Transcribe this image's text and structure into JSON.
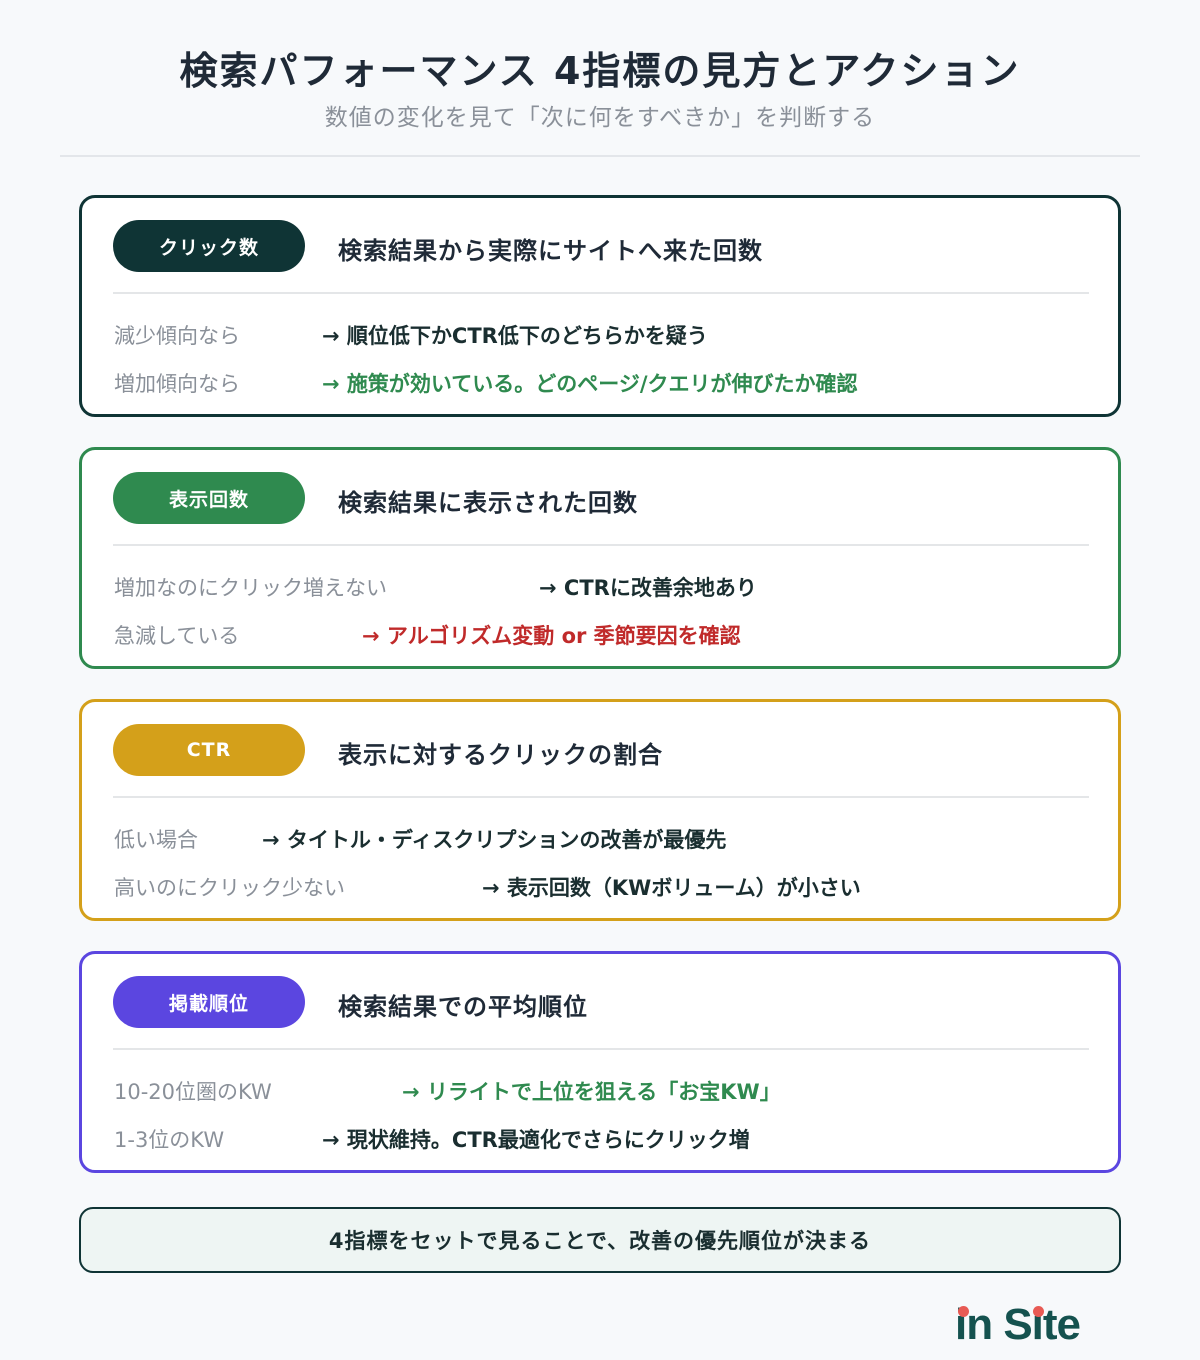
{
  "header": {
    "title": "検索パフォーマンス 4指標の見方とアクション",
    "subtitle": "数値の変化を見て「次に何をすべきか」を判断する"
  },
  "colors": {
    "clicks": "#0f3435",
    "impressions": "#2f8a4f",
    "ctr": "#d4a01a",
    "position": "#5b46e0",
    "neutral_action": "#1a2e30",
    "positive_action": "#2f8a4f",
    "negative_action": "#c02a2a"
  },
  "cards": [
    {
      "badge": "クリック数",
      "description": "検索結果から実際にサイトへ来た回数",
      "rows": [
        {
          "condition": "減少傾向なら",
          "action": "→ 順位低下かCTR低下のどちらかを疑う",
          "tone": "neutral"
        },
        {
          "condition": "増加傾向なら",
          "action": "→ 施策が効いている。どのページ/クエリが伸びたか確認",
          "tone": "positive"
        }
      ]
    },
    {
      "badge": "表示回数",
      "description": "検索結果に表示された回数",
      "rows": [
        {
          "condition": "増加なのにクリック増えない",
          "action": "→ CTRに改善余地あり",
          "tone": "neutral"
        },
        {
          "condition": "急減している",
          "action": "→ アルゴリズム変動 or 季節要因を確認",
          "tone": "negative"
        }
      ]
    },
    {
      "badge": "CTR",
      "description": "表示に対するクリックの割合",
      "rows": [
        {
          "condition": "低い場合",
          "action": "→ タイトル・ディスクリプションの改善が最優先",
          "tone": "neutral"
        },
        {
          "condition": "高いのにクリック少ない",
          "action": "→ 表示回数（KWボリューム）が小さい",
          "tone": "neutral"
        }
      ]
    },
    {
      "badge": "掲載順位",
      "description": "検索結果での平均順位",
      "rows": [
        {
          "condition": "10-20位圏のKW",
          "action": "→ リライトで上位を狙える「お宝KW」",
          "tone": "positive"
        },
        {
          "condition": "1-3位のKW",
          "action": "→ 現状維持。CTR最適化でさらにクリック増",
          "tone": "neutral"
        }
      ]
    }
  ],
  "footer": {
    "summary": "4指標をセットで見ることで、改善の優先順位が決まる"
  },
  "logo": {
    "text": "in Site"
  }
}
